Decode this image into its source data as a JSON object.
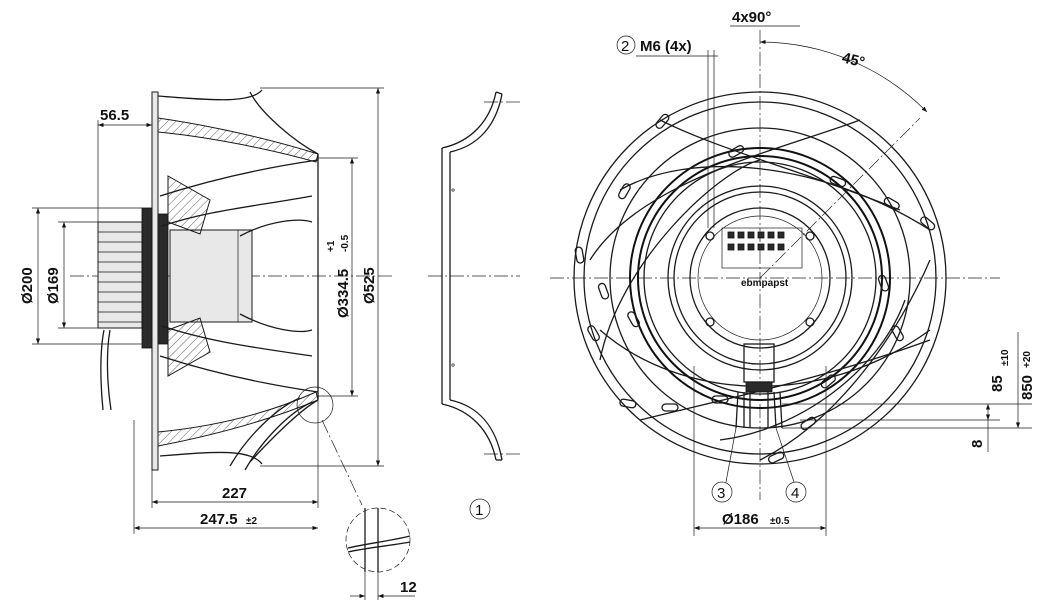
{
  "side_view": {
    "dim_hub_offset": "56.5",
    "dim_dia_200": "Ø200",
    "dim_dia_169": "Ø169",
    "dim_dia_334": "Ø334.5",
    "dim_dia_334_tol_upper": "+1",
    "dim_dia_334_tol_lower": "-0.5",
    "dim_dia_525": "Ø525",
    "dim_227": "227",
    "dim_247": "247.5",
    "dim_247_tol": "±2",
    "dim_12": "12"
  },
  "inlet_ring": {
    "callout_1": "1"
  },
  "front_view": {
    "dim_4x90": "4x90°",
    "dim_45": "45°",
    "callout_2": "2",
    "thread_label": "M6 (4x)",
    "dim_85": "85",
    "dim_85_tol": "±10",
    "dim_850": "850",
    "dim_850_tol": "+20",
    "dim_8": "8",
    "dim_186": "Ø186",
    "dim_186_tol": "±0.5",
    "callout_3": "3",
    "callout_4": "4",
    "brand_label": "ebmpapst"
  }
}
